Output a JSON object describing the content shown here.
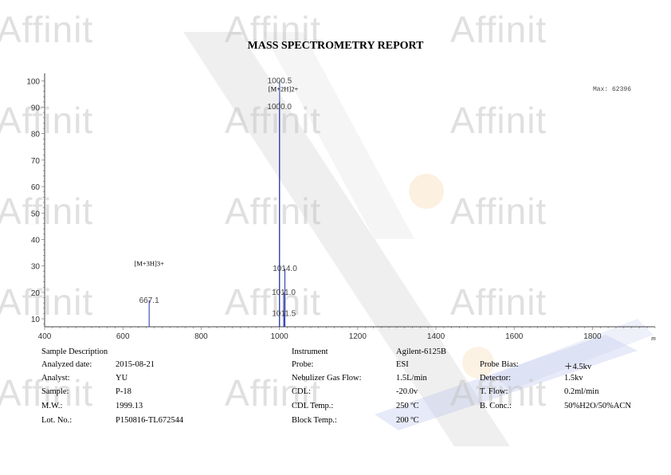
{
  "report": {
    "title": "MASS SPECTROMETRY REPORT",
    "watermark": "Affinit"
  },
  "chart_data": {
    "type": "bar",
    "x_ticks": [
      400,
      600,
      800,
      1000,
      1200,
      1400,
      1600,
      1800
    ],
    "y_ticks": [
      10,
      20,
      30,
      40,
      50,
      60,
      70,
      80,
      90,
      100
    ],
    "xlim": [
      400,
      1960
    ],
    "ylim": [
      7,
      101
    ],
    "x_axis_unit_label": "m",
    "max_label": "Max: 62396",
    "peaks": [
      {
        "x": 667.1,
        "y": 17,
        "label": "667.1"
      },
      {
        "x": 1000.5,
        "y": 100,
        "label": "1000.5"
      },
      {
        "x": 1000.0,
        "y": 92,
        "label": "1000.0"
      },
      {
        "x": 1014.0,
        "y": 29,
        "label": "1014.0"
      },
      {
        "x": 1011.0,
        "y": 20,
        "label": "1011.0"
      },
      {
        "x": 1011.5,
        "y": 12,
        "label": "1011.5"
      }
    ],
    "annotations": [
      {
        "text": "[M+3H]3+",
        "x": 667.1,
        "y": 30
      },
      {
        "text": "[M+2H]2+",
        "x": 1010,
        "y": 96
      }
    ]
  },
  "sample": {
    "header": "Sample Description",
    "rows": [
      {
        "label": "Analyzed date:",
        "value": "2015-08-21"
      },
      {
        "label": "Analyst:",
        "value": "YU"
      },
      {
        "label": "Sample:",
        "value": "P-18"
      },
      {
        "label": "M.W.:",
        "value": "1999.13"
      },
      {
        "label": "Lot. No.:",
        "value": "P150816-TL672544"
      }
    ]
  },
  "instrument": {
    "header_label": "Instrument",
    "header_value": "Agilent-6125B",
    "rows": [
      {
        "label": "Probe:",
        "value": "ESI"
      },
      {
        "label": "Nebulizer Gas Flow:",
        "value": "1.5L/min"
      },
      {
        "label": "CDL:",
        "value": "-20.0v"
      },
      {
        "label": "CDL Temp.:",
        "value": "250 ºC"
      },
      {
        "label": "Block Temp.:",
        "value": "200 ºC"
      }
    ]
  },
  "settings": {
    "rows": [
      {
        "label": "Probe Bias:",
        "value": "＋4.5kv"
      },
      {
        "label": "Detector:",
        "value": "1.5kv"
      },
      {
        "label": "T. Flow:",
        "value": "0.2ml/min"
      },
      {
        "label": "B. Conc.:",
        "value": "50%H2O/50%ACN"
      }
    ]
  }
}
